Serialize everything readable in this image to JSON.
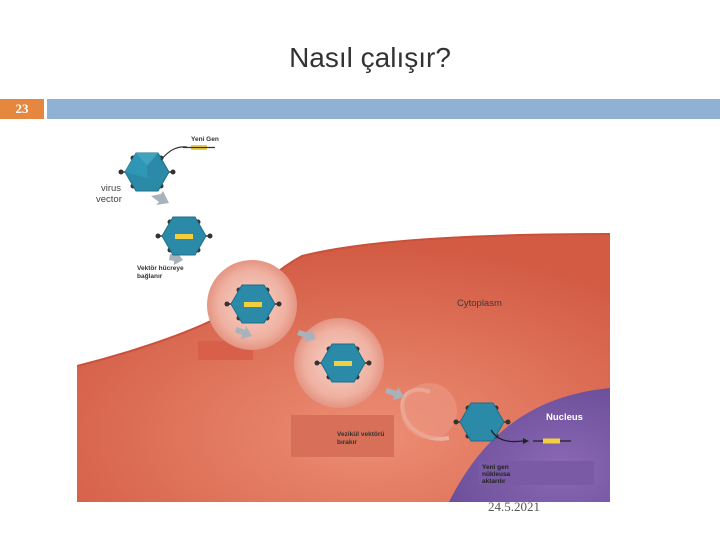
{
  "slide": {
    "title": "Nasıl çalışır?",
    "number": "23",
    "date": "24.5.2021"
  },
  "diagram": {
    "labels": {
      "new_gene": "Yeni Gen",
      "virus_vector_line1": "virus",
      "virus_vector_line2": "vector",
      "bind_line1": "Vektör hücreye",
      "bind_line2": "bağlanır",
      "cytoplasm": "Cytoplasm",
      "vesicle_line1": "Vezikül vektörü",
      "vesicle_line2": "bırakır",
      "nucleus": "Nucleus",
      "transfer_line1": "Yeni gen",
      "transfer_line2": "nükleusa",
      "transfer_line3": "aktarılır"
    },
    "colors": {
      "cytoplasm": "#d8624a",
      "nucleus": "#7b5aa6",
      "virus": "#2f8aa6",
      "gene": "#f2cf3e",
      "header_bar": "#8fb1d3",
      "slide_number": "#e5873e"
    }
  }
}
